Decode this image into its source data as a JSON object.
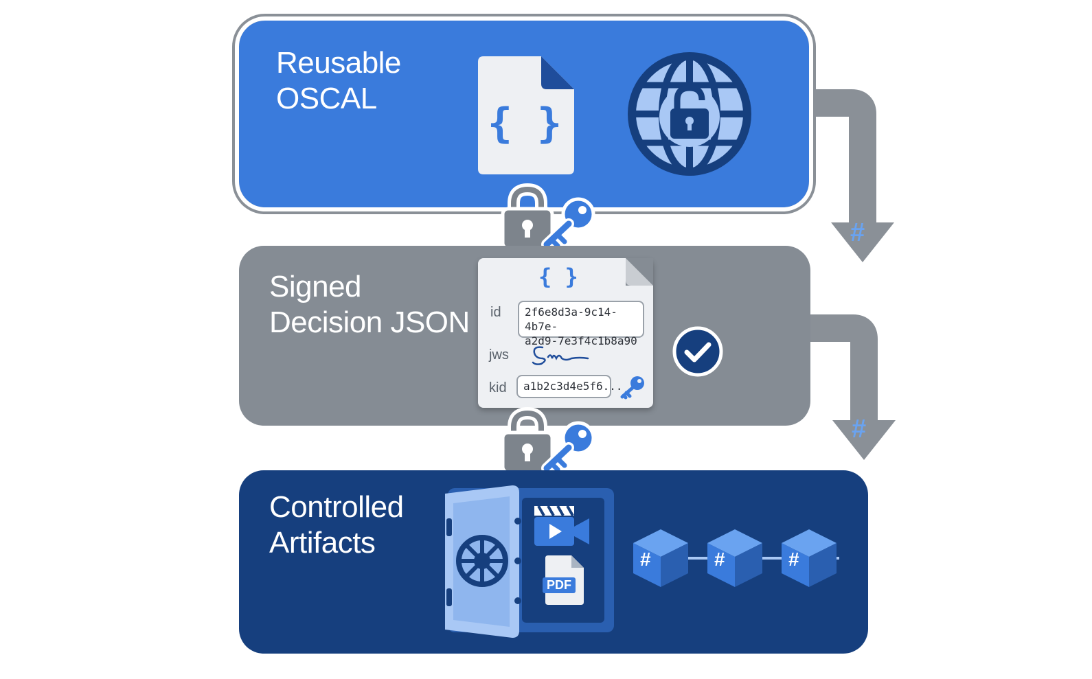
{
  "panels": {
    "oscal": {
      "title": "Reusable\nOSCAL",
      "icons": [
        "json-file-icon",
        "globe-lock-icon"
      ]
    },
    "decision": {
      "title": "Signed\nDecision JSON",
      "doc": {
        "braces": "{ }",
        "fields": [
          {
            "label": "id",
            "value": "2f6e8d3a-9c14-4b7e-\na2d9-7e3f4c1b8a90"
          },
          {
            "label": "jws",
            "value": ""
          },
          {
            "label": "kid",
            "value": "a1b2c3d4e5f6..."
          }
        ]
      },
      "icons": [
        "signature-icon",
        "key-icon",
        "checkmark-icon"
      ]
    },
    "artifacts": {
      "title": "Controlled\nArtifacts",
      "pdf_label": "PDF",
      "chain": [
        "#",
        "#",
        "#"
      ],
      "icons": [
        "vault-icon",
        "video-icon",
        "pdf-file-icon",
        "hash-chain-icon"
      ]
    }
  },
  "flow": {
    "hash_symbol": "#"
  },
  "colors": {
    "oscal_blue": "#3a7bdc",
    "decision_gray": "#858c94",
    "artifacts_navy": "#163f7e",
    "arrow_gray": "#8a9097",
    "hash_blue": "#6aa3f0"
  }
}
